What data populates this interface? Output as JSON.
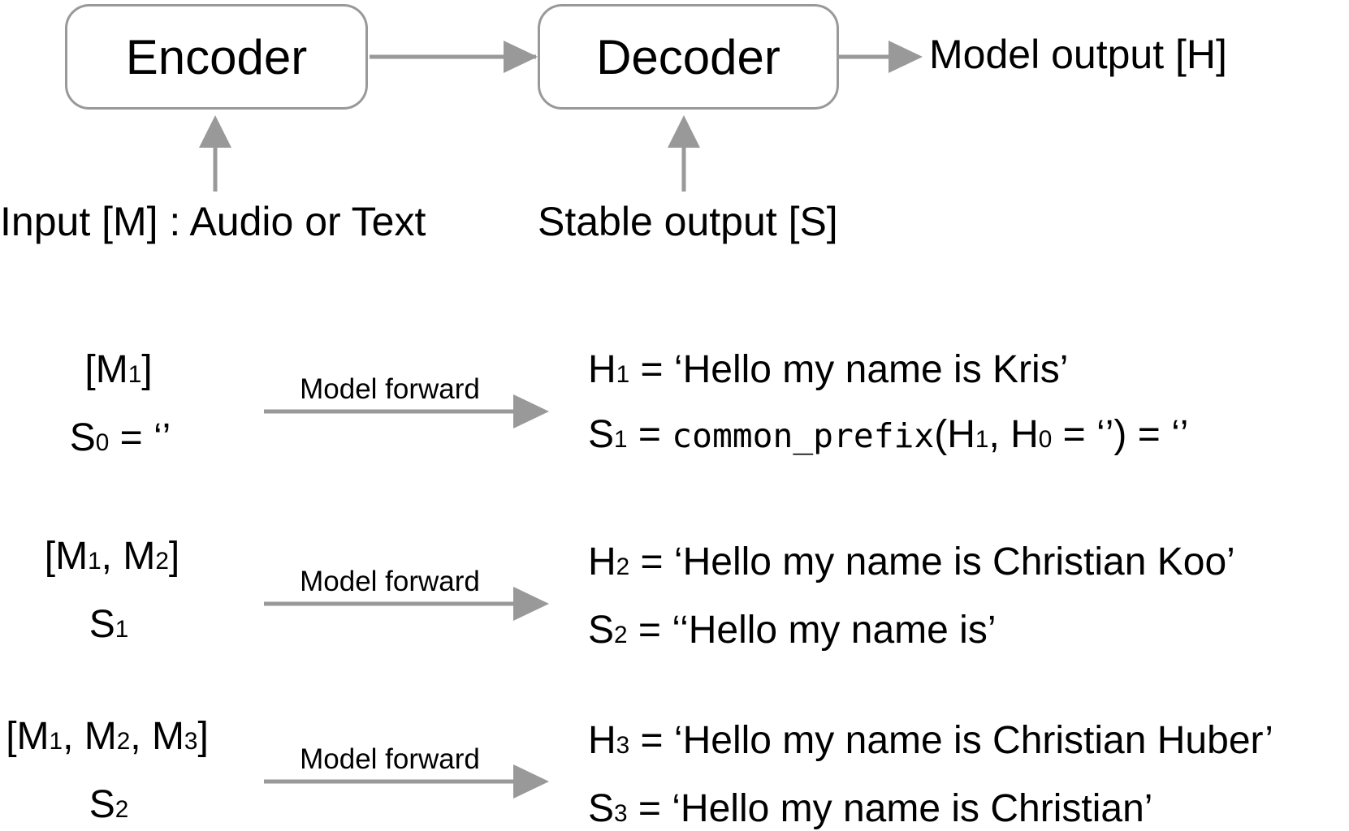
{
  "top": {
    "encoder_label": "Encoder",
    "decoder_label": "Decoder",
    "model_output": "Model output [H]",
    "input_label": "Input [M] : Audio or Text",
    "stable_output": "Stable output [S]"
  },
  "arrow_label": "Model forward",
  "steps": [
    {
      "input": {
        "open": "[M",
        "sub1": "1",
        "close": "]"
      },
      "state": {
        "S": "S",
        "sub": "0",
        "rest": " = ‘’"
      },
      "h": {
        "H": "H",
        "sub": "1",
        "text": " = ‘Hello my name is Kris’"
      },
      "s": {
        "S": "S",
        "sub": "1",
        "eq": " = ",
        "func": "common_prefix",
        "open": "(H",
        "sub_a": "1",
        "mid": ", H",
        "sub_b": "0",
        "rest": " = ‘’) = ‘’"
      }
    },
    {
      "input": {
        "open": "[M",
        "sub1": "1",
        "mid": ", M",
        "sub2": "2",
        "close": "]"
      },
      "state": {
        "S": "S",
        "sub": "1"
      },
      "h": {
        "H": "H",
        "sub": "2",
        "text": " = ‘Hello my name is Christian Koo’"
      },
      "s": {
        "S": "S",
        "sub": "2",
        "text": " = ‘‘Hello my name is’"
      }
    },
    {
      "input": {
        "open": "[M",
        "sub1": "1",
        "mid": ", M",
        "sub2": "2",
        "mid2": ", M",
        "sub3": "3",
        "close": "]"
      },
      "state": {
        "S": "S",
        "sub": "2"
      },
      "h": {
        "H": "H",
        "sub": "3",
        "text": " = ‘Hello my name is Christian Huber’"
      },
      "s": {
        "S": "S",
        "sub": "3",
        "text": " = ‘Hello my name is Christian’"
      }
    }
  ],
  "colors": {
    "arrow": "#999999",
    "box_border": "#999999",
    "text": "#000000"
  }
}
